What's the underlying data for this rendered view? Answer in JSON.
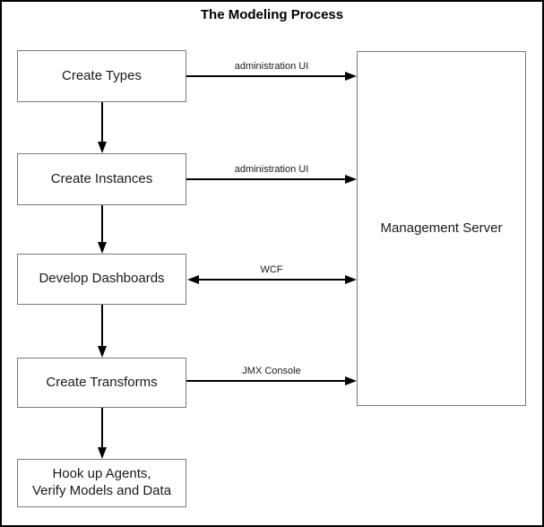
{
  "title": "The Modeling Process",
  "colors": {
    "background": "#ffffff",
    "frame_border": "#000000",
    "box_border": "#7a7a7a",
    "arrow": "#000000",
    "text": "#1a1a1a"
  },
  "process_steps": [
    {
      "label": "Create Types"
    },
    {
      "label": "Create Instances"
    },
    {
      "label": "Develop Dashboards"
    },
    {
      "label": "Create Transforms"
    },
    {
      "label": "Hook up Agents,\nVerify Models and Data"
    }
  ],
  "server": {
    "label": "Management Server"
  },
  "connectors": [
    {
      "from": "Create Types",
      "to": "Management Server",
      "label": "administration UI",
      "direction": "right"
    },
    {
      "from": "Create Instances",
      "to": "Management Server",
      "label": "administration UI",
      "direction": "right"
    },
    {
      "from": "Develop Dashboards",
      "to": "Management Server",
      "label": "WCF",
      "direction": "both"
    },
    {
      "from": "Create Transforms",
      "to": "Management Server",
      "label": "JMX Console",
      "direction": "right"
    }
  ],
  "flow_arrows": [
    {
      "from": "Create Types",
      "to": "Create Instances"
    },
    {
      "from": "Create Instances",
      "to": "Develop Dashboards"
    },
    {
      "from": "Develop Dashboards",
      "to": "Create Transforms"
    },
    {
      "from": "Create Transforms",
      "to": "Hook up Agents, Verify Models and Data"
    }
  ]
}
